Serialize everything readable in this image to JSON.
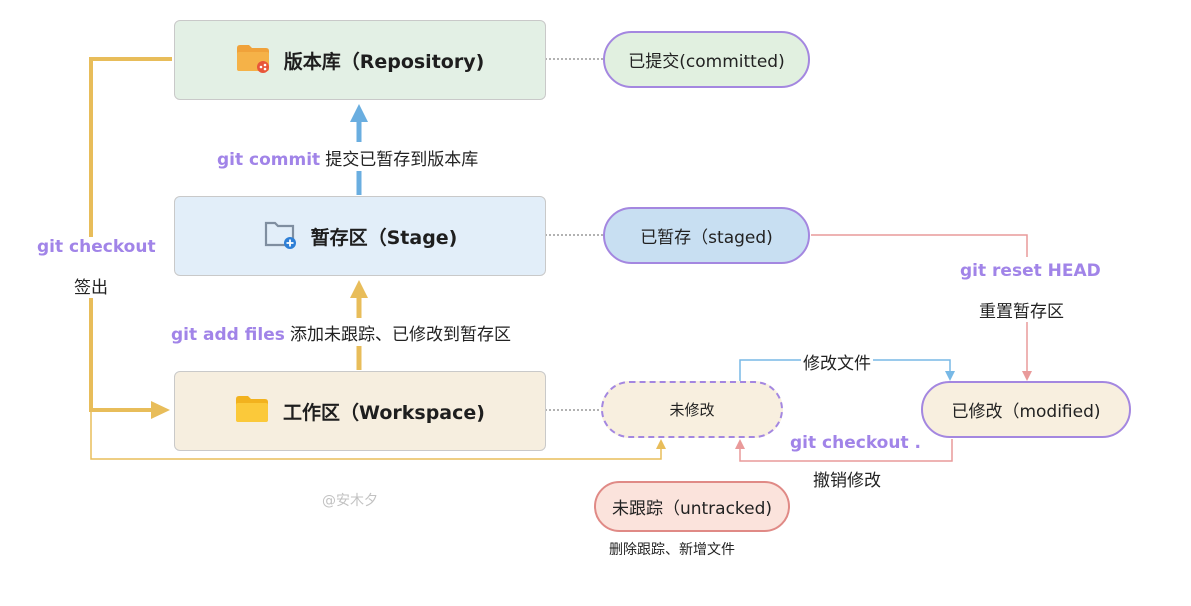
{
  "areas": {
    "repository": "版本库（Repository)",
    "stage": "暂存区（Stage)",
    "workspace": "工作区（Workspace)"
  },
  "states": {
    "committed": "已提交(committed)",
    "staged": "已暂存（staged)",
    "unmodified": "未修改",
    "modified": "已修改（modified)",
    "untracked": "未跟踪（untracked)"
  },
  "commands": {
    "commit": {
      "cmd": "git commit",
      "desc": "提交已暂存到版本库"
    },
    "add": {
      "cmd": "git add files",
      "desc": "添加未跟踪、已修改到暂存区"
    },
    "checkout": {
      "cmd": "git checkout",
      "desc": "签出"
    },
    "reset": {
      "cmd": "git reset HEAD",
      "desc": "重置暂存区"
    },
    "checkout_dot": {
      "cmd": "git checkout .",
      "desc": "撤销修改"
    },
    "modify_file": "修改文件",
    "untracked_desc": "删除跟踪、新增文件"
  },
  "watermark": "@安木夕",
  "colors": {
    "repo_fill": "#e3f0e5",
    "stage_fill": "#e2eef9",
    "work_fill": "#f6eedf",
    "state_border": "#a487e0",
    "command_text": "#a184e8",
    "commit_arrow": "#6aaee0",
    "add_arrow": "#e8bd5a",
    "checkout_arrow": "#e8bd5a",
    "reset_line": "#e99a9a",
    "modify_line": "#78b9e6"
  },
  "icons": [
    "folder-share-icon",
    "folder-add-icon",
    "folder-icon"
  ]
}
